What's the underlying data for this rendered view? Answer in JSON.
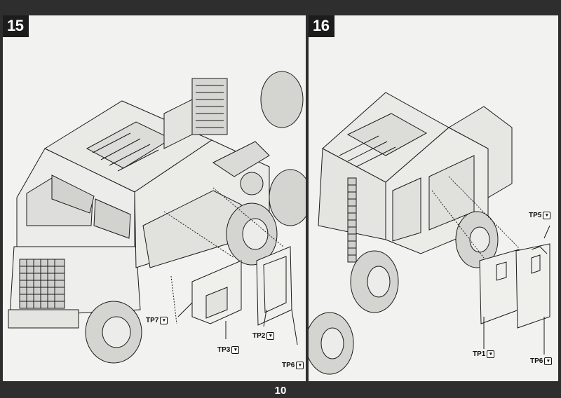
{
  "page_number": "10",
  "steps": [
    {
      "number": "15",
      "parts": [
        {
          "label": "TP7",
          "icon": "glue-icon"
        },
        {
          "label": "TP3",
          "icon": "glue-icon"
        },
        {
          "label": "TP2",
          "icon": "glue-icon"
        },
        {
          "label": "TP6",
          "icon": "glue-icon"
        }
      ]
    },
    {
      "number": "16",
      "parts": [
        {
          "label": "TP5",
          "icon": "glue-icon"
        },
        {
          "label": "TP1",
          "icon": "glue-icon"
        },
        {
          "label": "TP6",
          "icon": "glue-icon"
        }
      ]
    }
  ],
  "colors": {
    "frame": "#2e2e2e",
    "paper": "#f2f2f0",
    "line": "#1a1a1a"
  }
}
